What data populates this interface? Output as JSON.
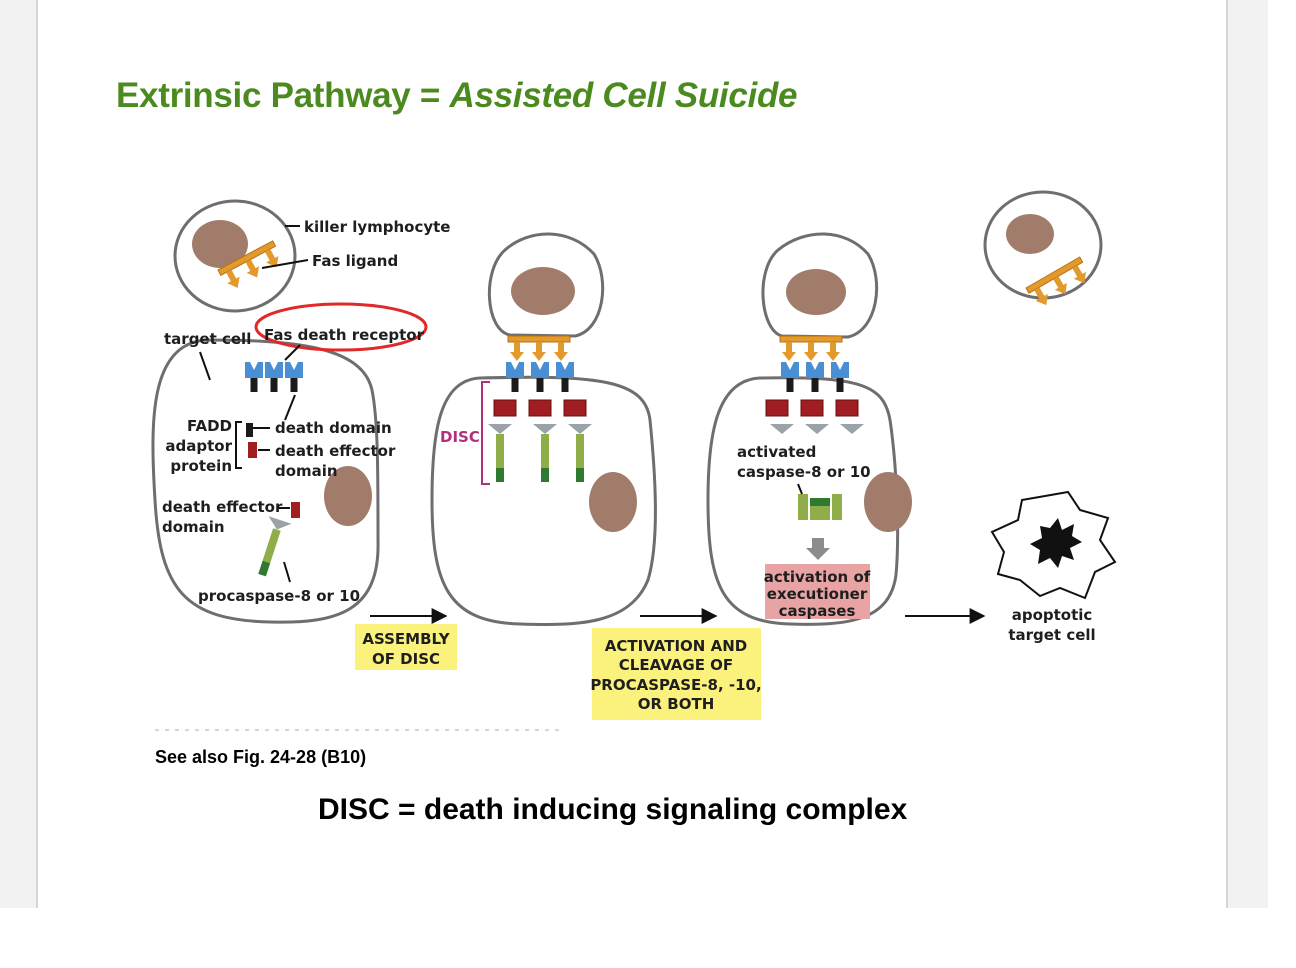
{
  "slide": {
    "title_main": "Extrinsic Pathway = ",
    "title_italic": "Assisted Cell Suicide",
    "note": "See also Fig. 24-28 (B10)",
    "footer": "DISC = death inducing signaling complex"
  },
  "figure": {
    "labels": {
      "killer_lymphocyte": "killer lymphocyte",
      "fas_ligand": "Fas ligand",
      "target_cell": "target cell",
      "fas_death_receptor": "Fas death receptor",
      "fadd_1": "FADD",
      "fadd_2": "adaptor",
      "fadd_3": "protein",
      "death_domain": "death domain",
      "death_effector_1": "death effector",
      "death_effector_2": "domain",
      "death_effector_domain_1": "death effector",
      "death_effector_domain_2": "domain",
      "procaspase": "procaspase-8 or 10",
      "disc": "DISC",
      "activated_1": "activated",
      "activated_2": "caspase-8 or 10",
      "exec_1": "activation of",
      "exec_2": "executioner",
      "exec_3": "caspases",
      "apoptotic_1": "apoptotic",
      "apoptotic_2": "target cell"
    },
    "steps": {
      "assembly_1": "ASSEMBLY",
      "assembly_2": "OF DISC",
      "activation_1": "ACTIVATION AND",
      "activation_2": "CLEAVAGE OF",
      "activation_3": "PROCASPASE-8, -10,",
      "activation_4": "OR BOTH"
    },
    "colors": {
      "title_green": "#4b8a1e",
      "nucleus": "#a17c6b",
      "fas_ligand": "#e39a2c",
      "fas_receptor": "#4a8fd4",
      "death_effector": "#a01e22",
      "procaspase": "#7a9a3a",
      "disc_bracket": "#b0307c",
      "callout_ring": "#e02a2a",
      "step_box": "#fbf27e",
      "exec_box": "#e8a4a4"
    }
  }
}
